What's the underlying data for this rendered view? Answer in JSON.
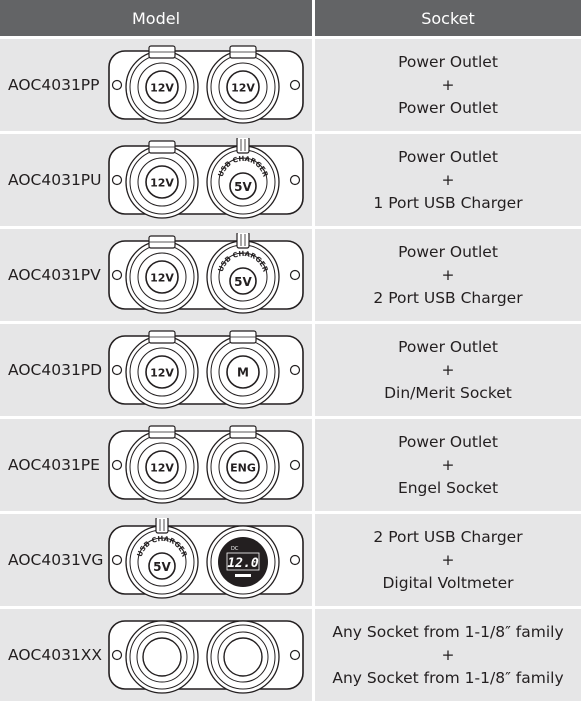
{
  "header": {
    "model": "Model",
    "socket": "Socket"
  },
  "rows": [
    {
      "model": "AOC4031PP",
      "line1": "Power Outlet",
      "plus": "+",
      "line2": "Power Outlet",
      "left": {
        "type": "outlet",
        "label": "12V"
      },
      "right": {
        "type": "outlet",
        "label": "12V"
      }
    },
    {
      "model": "AOC4031PU",
      "line1": "Power Outlet",
      "plus": "+",
      "line2": "1 Port USB Charger",
      "left": {
        "type": "outlet",
        "label": "12V"
      },
      "right": {
        "type": "usb",
        "label": "5V",
        "arc": "USB CHARGER"
      }
    },
    {
      "model": "AOC4031PV",
      "line1": "Power Outlet",
      "plus": "+",
      "line2": "2 Port USB Charger",
      "left": {
        "type": "outlet",
        "label": "12V"
      },
      "right": {
        "type": "usb",
        "label": "5V",
        "arc": "USB CHARGER"
      }
    },
    {
      "model": "AOC4031PD",
      "line1": "Power Outlet",
      "plus": "+",
      "line2": "Din/Merit Socket",
      "left": {
        "type": "outlet",
        "label": "12V"
      },
      "right": {
        "type": "outlet",
        "label": "M"
      }
    },
    {
      "model": "AOC4031PE",
      "line1": "Power Outlet",
      "plus": "+",
      "line2": "Engel Socket",
      "left": {
        "type": "outlet",
        "label": "12V"
      },
      "right": {
        "type": "outlet",
        "label": "ENG"
      }
    },
    {
      "model": "AOC4031VG",
      "line1": "2 Port USB Charger",
      "plus": "+",
      "line2": "Digital Voltmeter",
      "left": {
        "type": "usb",
        "label": "5V",
        "arc": "USB CHARGER"
      },
      "right": {
        "type": "voltmeter",
        "label": "12.0",
        "tag": "DC"
      }
    },
    {
      "model": "AOC4031XX",
      "line1": "Any Socket from 1-1/8″ family",
      "plus": "+",
      "line2": "Any Socket from 1-1/8″ family",
      "left": {
        "type": "blank",
        "label": ""
      },
      "right": {
        "type": "blank",
        "label": ""
      }
    }
  ]
}
